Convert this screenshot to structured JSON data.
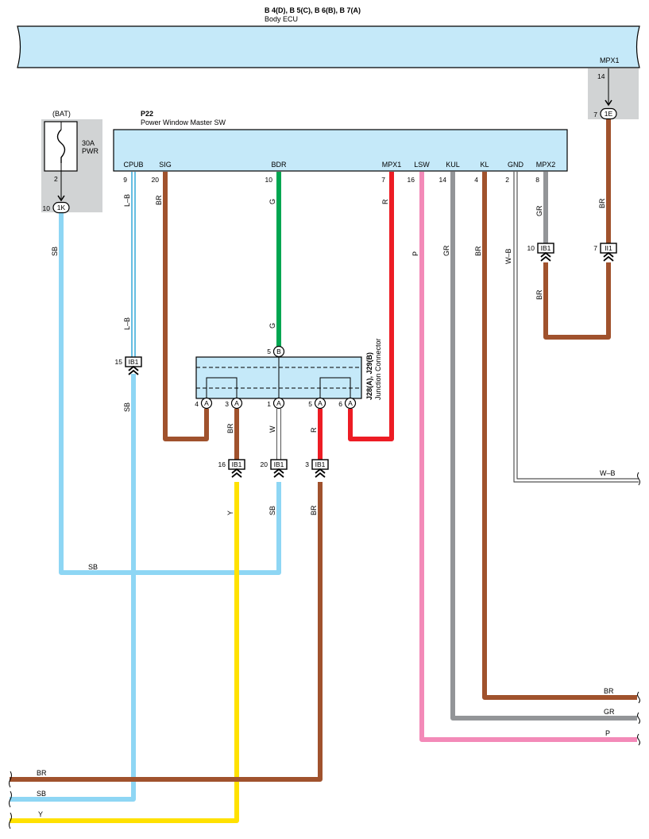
{
  "colors": {
    "SB": "#8ed6f4",
    "BR": "#a0522d",
    "G": "#00a651",
    "R": "#ed1c24",
    "P": "#f38ab8",
    "GR": "#939598",
    "Y": "#ffe100",
    "W": "#ffffff",
    "LB": "#33a8d8",
    "WB": "#555555",
    "ecu_fill": "#c5e9f9",
    "bat_bg": "#d1d3d4",
    "jc_fill": "#c5e9f9"
  },
  "body_ecu": {
    "connectors": "B 4(D), B 5(C), B 6(B), B 7(A)",
    "name": "Body ECU",
    "pin_label": "MPX1",
    "pin_num": "14"
  },
  "battery": {
    "label": "(BAT)",
    "fuse_rating": "30A",
    "fuse_name": "PWR",
    "pin_out": "2",
    "conn_pin": "10",
    "conn_name": "1K"
  },
  "ecu_conn_1e": {
    "pin": "7",
    "name": "1E"
  },
  "master_sw": {
    "code": "P22",
    "name": "Power Window Master SW",
    "terminals": [
      {
        "label": "CPUB",
        "pin": "9"
      },
      {
        "label": "SIG",
        "pin": "20"
      },
      {
        "label": "BDR",
        "pin": "10"
      },
      {
        "label": "MPX1",
        "pin": "7"
      },
      {
        "label": "LSW",
        "pin": "16"
      },
      {
        "label": "KUL",
        "pin": "14"
      },
      {
        "label": "KL",
        "pin": "4"
      },
      {
        "label": "GND",
        "pin": "2"
      },
      {
        "label": "MPX2",
        "pin": "8"
      }
    ]
  },
  "junction": {
    "label1": "J28(A), J29(B)",
    "label2": "Junction Connector",
    "top_pin": "5",
    "top_letter": "B",
    "bottom": [
      {
        "pin": "4",
        "letter": "A"
      },
      {
        "pin": "3",
        "letter": "A"
      },
      {
        "pin": "1",
        "letter": "A"
      },
      {
        "pin": "5",
        "letter": "A"
      },
      {
        "pin": "6",
        "letter": "A"
      }
    ]
  },
  "connectors": {
    "ib1_15": {
      "pin": "15",
      "name": "IB1"
    },
    "ib1_16": {
      "pin": "16",
      "name": "IB1"
    },
    "ib1_20": {
      "pin": "20",
      "name": "IB1"
    },
    "ib1_3": {
      "pin": "3",
      "name": "IB1"
    },
    "ib1_10": {
      "pin": "10",
      "name": "IB1"
    },
    "ii1_7": {
      "pin": "7",
      "name": "II1"
    }
  },
  "wire_labels": {
    "lb_top": "L–B",
    "lb_mid": "L–B",
    "sig_br": "BR",
    "bdr_g_top": "G",
    "bdr_g_mid": "G",
    "mpx1_r": "R",
    "lsw_p": "P",
    "kul_gr": "GR",
    "kl_br": "BR",
    "gnd_wb": "W–B",
    "mpx2_gr": "GR",
    "mpx1_br": "BR",
    "ib1_br_low": "BR",
    "sb_left": "SB",
    "sb_ib15": "SB",
    "sb_horiz": "SB",
    "jc_br": "BR",
    "jc_w": "W",
    "jc_r": "R",
    "y_low": "Y",
    "sb_ib20": "SB",
    "br_ib3": "BR",
    "right_wb": "W–B",
    "right_br": "BR",
    "right_gr": "GR",
    "right_p": "P",
    "left_br": "BR",
    "left_sb": "SB",
    "left_y": "Y"
  }
}
